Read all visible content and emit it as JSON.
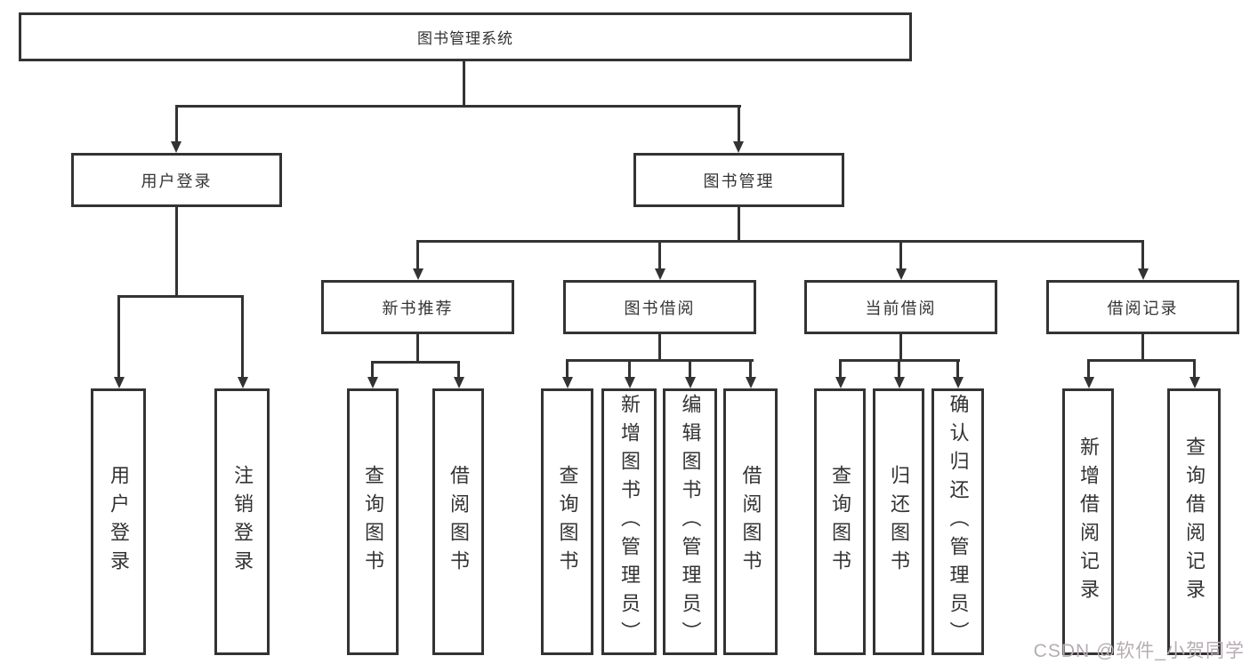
{
  "tree": {
    "root": {
      "label": "图书管理系统"
    },
    "children": [
      {
        "label": "用户登录",
        "children": [
          {
            "label": "用户登录"
          },
          {
            "label": "注销登录"
          }
        ]
      },
      {
        "label": "图书管理",
        "children": [
          {
            "label": "新书推荐",
            "children": [
              {
                "label": "查询图书"
              },
              {
                "label": "借阅图书"
              }
            ]
          },
          {
            "label": "图书借阅",
            "children": [
              {
                "label": "查询图书"
              },
              {
                "label": "新增图书（管理员）"
              },
              {
                "label": "编辑图书（管理员）"
              },
              {
                "label": "借阅图书"
              }
            ]
          },
          {
            "label": "当前借阅",
            "children": [
              {
                "label": "查询图书"
              },
              {
                "label": "归还图书"
              },
              {
                "label": "确认归还（管理员）"
              }
            ]
          },
          {
            "label": "借阅记录",
            "children": [
              {
                "label": "新增借阅记录"
              },
              {
                "label": "查询借阅记录"
              }
            ]
          }
        ]
      }
    ]
  },
  "watermark": {
    "text": "CSDN @软件_小贺同学"
  },
  "colors": {
    "line": "#333333",
    "background": "#ffffff",
    "watermark": "#b6adb3"
  }
}
